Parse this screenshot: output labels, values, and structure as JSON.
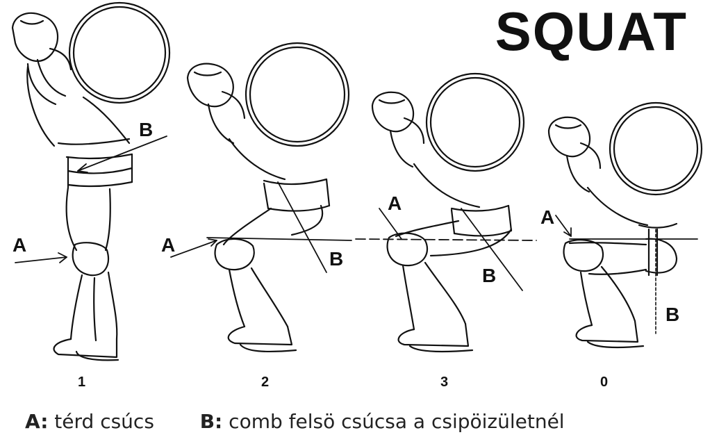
{
  "title": "SQUAT",
  "figures": [
    {
      "number": "1",
      "label_a": "A",
      "label_b": "B"
    },
    {
      "number": "2",
      "label_a": "A",
      "label_b": "B"
    },
    {
      "number": "3",
      "label_a": "A",
      "label_b": "B"
    },
    {
      "number": "0",
      "label_a": "A",
      "label_b": "B"
    }
  ],
  "legend": {
    "a_key": "A:",
    "a_text": "térd csúcs",
    "b_key": "B:",
    "b_text": "comb felsö csúcsa a csipöizületnél"
  }
}
